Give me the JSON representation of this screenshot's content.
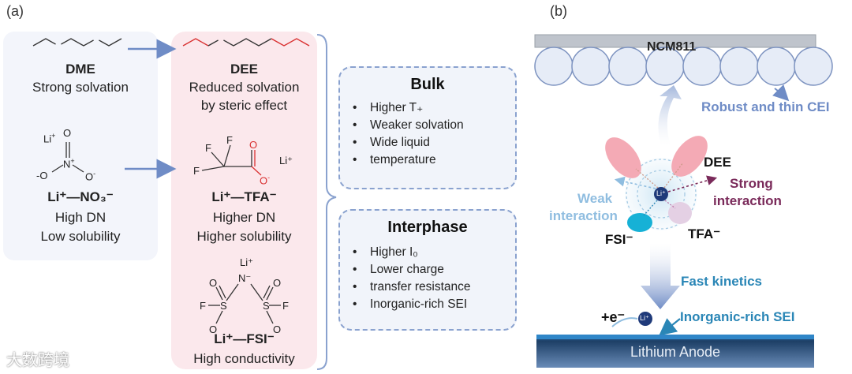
{
  "panel_a_label": "(a)",
  "panel_b_label": "(b)",
  "dme": {
    "name": "DME",
    "desc": "Strong solvation"
  },
  "nitrate": {
    "li": "Li",
    "li_sup": "+",
    "n": "N",
    "n_sup": "+",
    "o_minus_left": "-O",
    "o_minus_right": "O",
    "o_minus_right_sup": "-",
    "o_top": "O",
    "name": "Li⁺—NO₃⁻",
    "desc1": "High DN",
    "desc2": "Low solubility"
  },
  "dee": {
    "name": "DEE",
    "desc1": "Reduced solvation",
    "desc2": "by steric effect"
  },
  "tfa": {
    "f": "F",
    "o": "O",
    "o_minus": "O",
    "li_plus": "Li⁺",
    "name": "Li⁺—TFA⁻",
    "desc1": "Higher DN",
    "desc2": "Higher solubility"
  },
  "fsi": {
    "li_plus": "Li⁺",
    "n_minus": "N⁻",
    "s": "S",
    "o": "O",
    "f": "F",
    "name": "Li⁺—FSI⁻",
    "desc": "High conductivity"
  },
  "bulk": {
    "title": "Bulk",
    "items": [
      "Higher T₊",
      "Weaker solvation",
      "Wide liquid",
      "temperature"
    ]
  },
  "interphase": {
    "title": "Interphase",
    "items": [
      "Higher I₀",
      "Lower charge",
      "transfer resistance",
      "Inorganic-rich SEI"
    ]
  },
  "cathode": {
    "label": "NCM811",
    "cei": "Robust and thin CEI"
  },
  "solvation": {
    "dee": "DEE",
    "li": "Li⁺",
    "strong1": "Strong",
    "strong2": "interaction",
    "weak1": "Weak",
    "weak2": "interaction",
    "fsi": "FSI⁻",
    "tfa": "TFA⁻"
  },
  "kinetics": "Fast kinetics",
  "electron": "+e⁻",
  "li_ion": "Li⁺",
  "sei": "Inorganic-rich SEI",
  "anode": "Lithium Anode",
  "watermark": "大数跨境",
  "colors": {
    "accent_blue": "#5b78b8",
    "kinetics": "#2a86b6",
    "strong": "#7a2a5a",
    "weak": "#8fbde0",
    "anode": "#1f3f66",
    "pink": "#f4aab5",
    "red_bond": "#d93030"
  }
}
